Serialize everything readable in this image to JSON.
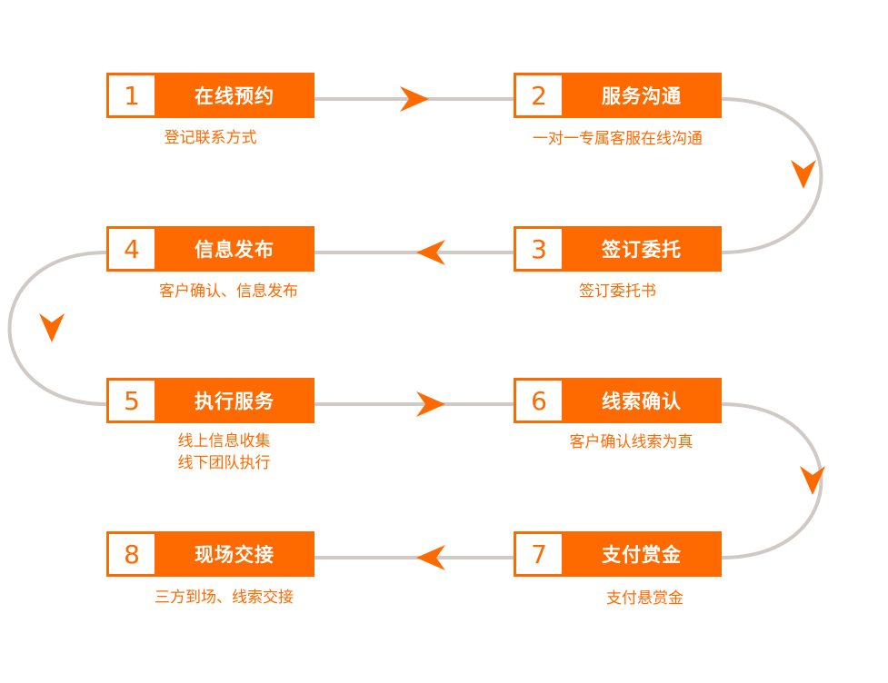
{
  "colors": {
    "accent": "#ff6a00",
    "connector": "#cfcac6",
    "background": "#ffffff"
  },
  "steps": [
    {
      "num": "1",
      "title": "在线预约",
      "desc": [
        "登记联系方式"
      ]
    },
    {
      "num": "2",
      "title": "服务沟通",
      "desc": [
        "一对一专属客服在线沟通"
      ]
    },
    {
      "num": "3",
      "title": "签订委托",
      "desc": [
        "签订委托书"
      ]
    },
    {
      "num": "4",
      "title": "信息发布",
      "desc": [
        "客户确认、信息发布"
      ]
    },
    {
      "num": "5",
      "title": "执行服务",
      "desc": [
        "线上信息收集",
        "线下团队执行"
      ]
    },
    {
      "num": "6",
      "title": "线索确认",
      "desc": [
        "客户确认线索为真"
      ]
    },
    {
      "num": "7",
      "title": "支付赏金",
      "desc": [
        "支付悬赏金"
      ]
    },
    {
      "num": "8",
      "title": "现场交接",
      "desc": [
        "三方到场、线索交接"
      ]
    }
  ]
}
